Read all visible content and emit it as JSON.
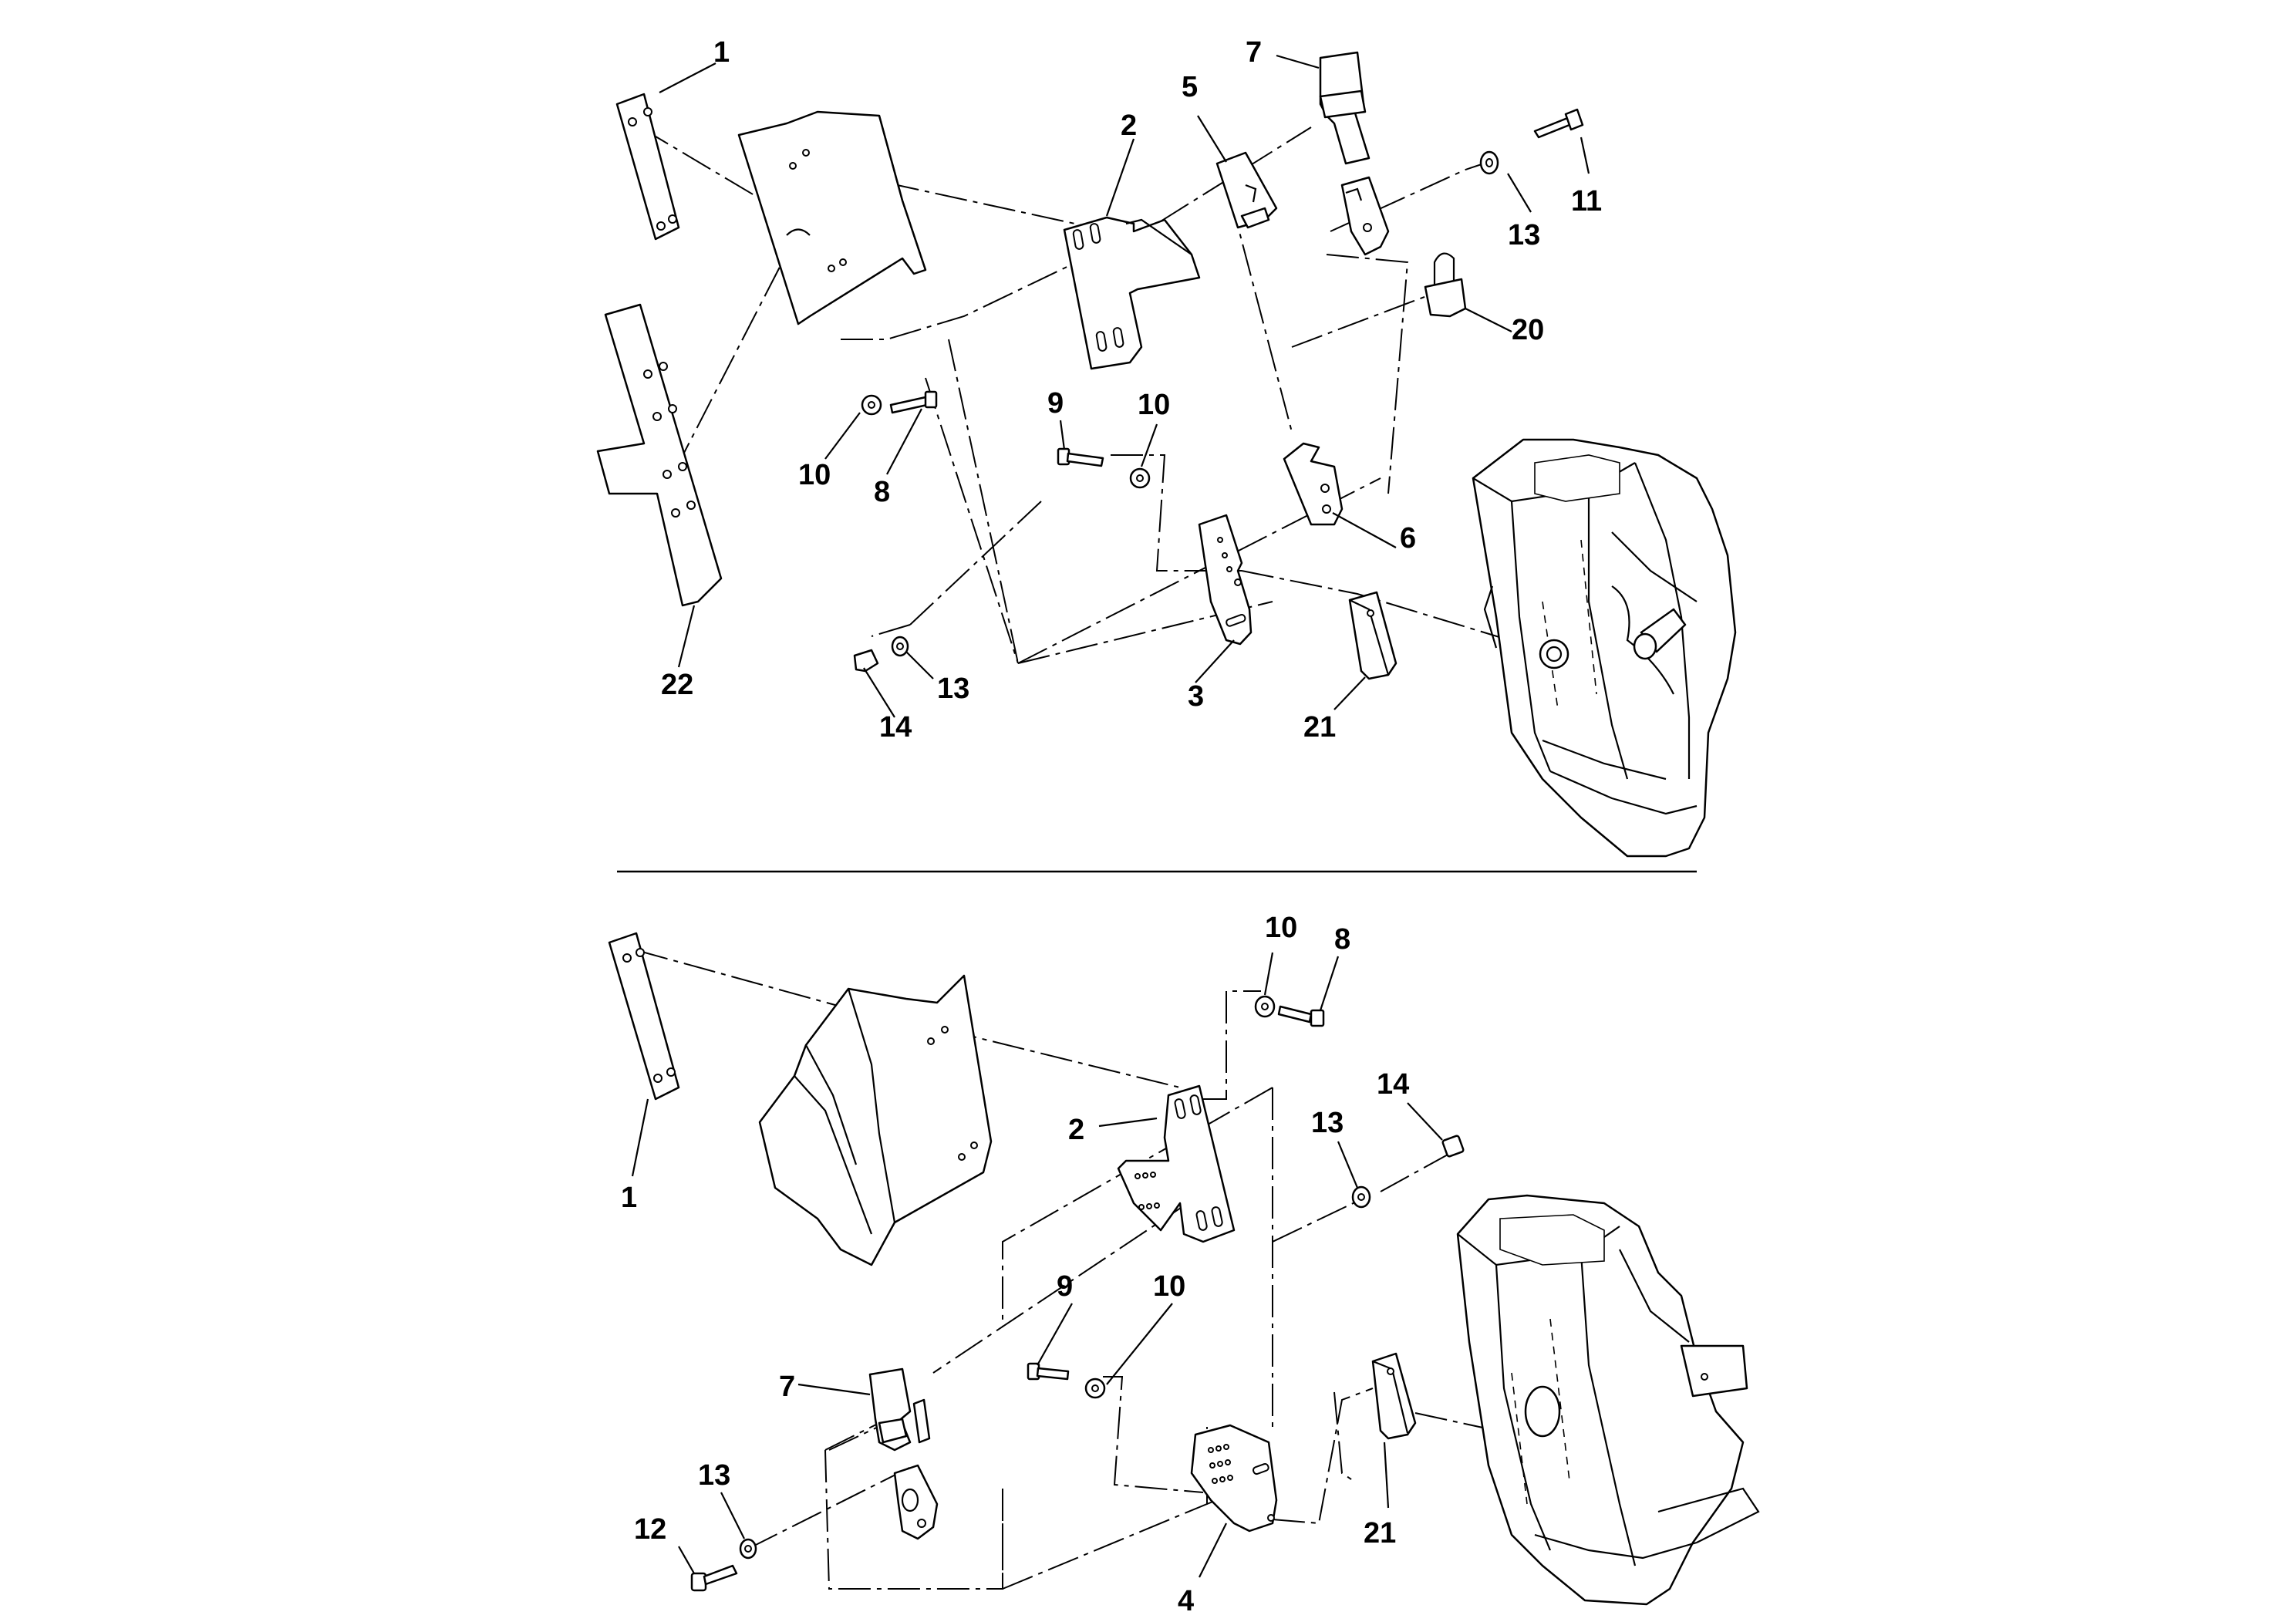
{
  "figure": {
    "top_view": {
      "callouts": [
        {
          "id": "c-t-1",
          "text": "1"
        },
        {
          "id": "c-t-2",
          "text": "2"
        },
        {
          "id": "c-t-5",
          "text": "5"
        },
        {
          "id": "c-t-7",
          "text": "7"
        },
        {
          "id": "c-t-11",
          "text": "11"
        },
        {
          "id": "c-t-13a",
          "text": "13"
        },
        {
          "id": "c-t-20",
          "text": "20"
        },
        {
          "id": "c-t-9",
          "text": "9"
        },
        {
          "id": "c-t-10a",
          "text": "10"
        },
        {
          "id": "c-t-10b",
          "text": "10"
        },
        {
          "id": "c-t-8",
          "text": "8"
        },
        {
          "id": "c-t-6",
          "text": "6"
        },
        {
          "id": "c-t-22",
          "text": "22"
        },
        {
          "id": "c-t-13b",
          "text": "13"
        },
        {
          "id": "c-t-14",
          "text": "14"
        },
        {
          "id": "c-t-3",
          "text": "3"
        },
        {
          "id": "c-t-21",
          "text": "21"
        }
      ]
    },
    "bottom_view": {
      "callouts": [
        {
          "id": "c-b-1",
          "text": "1"
        },
        {
          "id": "c-b-10a",
          "text": "10"
        },
        {
          "id": "c-b-8",
          "text": "8"
        },
        {
          "id": "c-b-2",
          "text": "2"
        },
        {
          "id": "c-b-14",
          "text": "14"
        },
        {
          "id": "c-b-13a",
          "text": "13"
        },
        {
          "id": "c-b-9",
          "text": "9"
        },
        {
          "id": "c-b-10b",
          "text": "10"
        },
        {
          "id": "c-b-7",
          "text": "7"
        },
        {
          "id": "c-b-13b",
          "text": "13"
        },
        {
          "id": "c-b-12",
          "text": "12"
        },
        {
          "id": "c-b-21",
          "text": "21"
        },
        {
          "id": "c-b-4",
          "text": "4"
        }
      ]
    }
  }
}
